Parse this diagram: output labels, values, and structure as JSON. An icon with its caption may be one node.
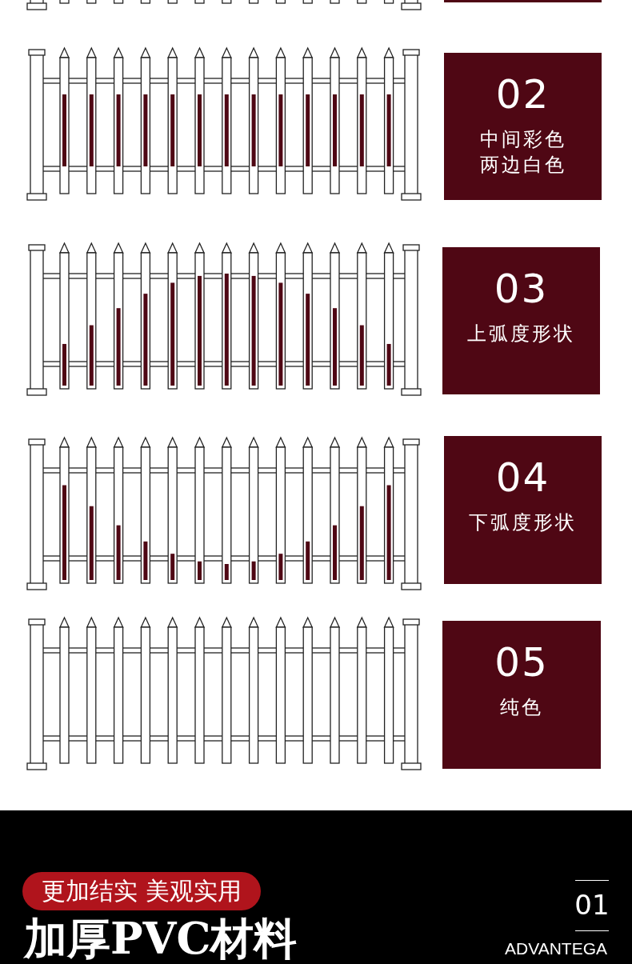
{
  "diagram": {
    "title": "加厚PVC材料",
    "nodes": [
      {
        "text": [],
        "shape": "box"
      },
      {
        "text": [
          "02",
          "中间彩色两边白色"
        ]
      },
      {
        "text": [
          "03",
          "上弧度形状"
        ]
      },
      {
        "text": [
          "04",
          "下弧度形状"
        ]
      },
      {
        "text": [
          "05",
          "纯色"
        ]
      }
    ],
    "edges": [],
    "labels": [
      "更加结实 美观实用",
      "01",
      "ADVANTEGA"
    ]
  }
}
